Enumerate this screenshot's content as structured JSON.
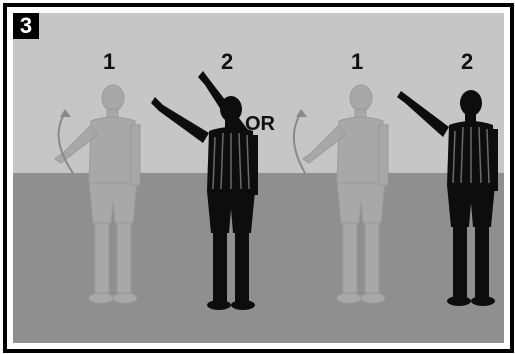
{
  "panel": {
    "number": "3",
    "or_label": "OR",
    "steps": [
      "1",
      "2",
      "1",
      "2"
    ]
  },
  "colors": {
    "wall": "#c6c6c6",
    "floor": "#8f8f8f",
    "ghost_figure": "#a8a8a8",
    "solid_figure": "#0d0d0d"
  }
}
